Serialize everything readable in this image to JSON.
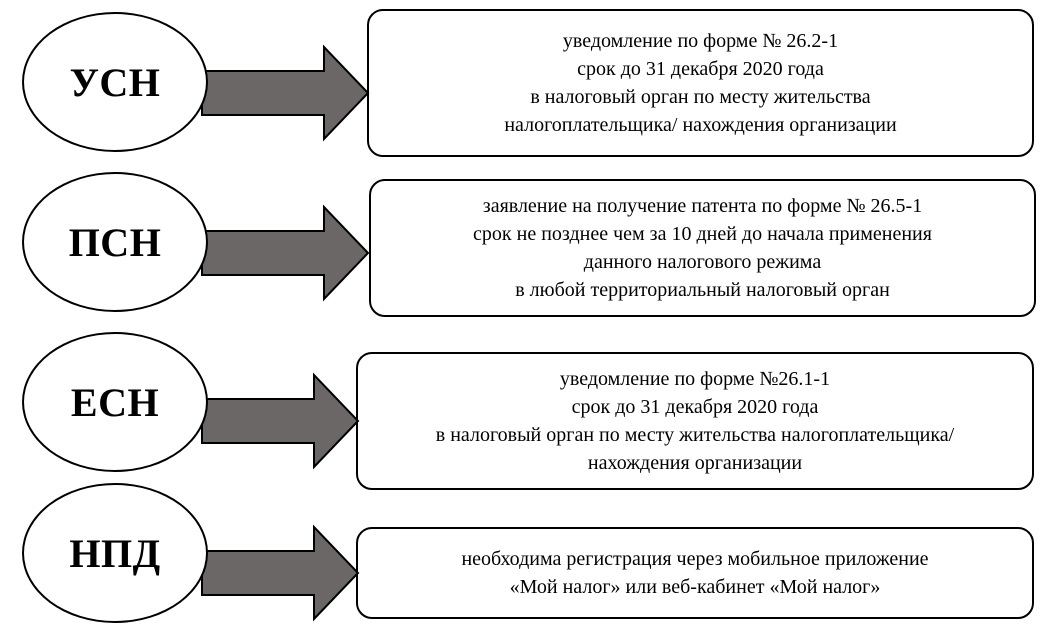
{
  "regimes": [
    {
      "label": "УСН",
      "lines": [
        "уведомление по форме № 26.2-1",
        "срок до 31 декабря 2020 года",
        "в налоговый орган по месту жительства",
        "налогоплательщика/ нахождения организации"
      ]
    },
    {
      "label": "ПСН",
      "lines": [
        "заявление на получение патента по форме № 26.5-1",
        "срок не позднее чем за 10 дней до начала применения",
        "данного налогового режима",
        "в любой территориальный налоговый орган"
      ]
    },
    {
      "label": "ЕСН",
      "lines": [
        "уведомление по форме №26.1-1",
        "срок до 31 декабря 2020 года",
        "в налоговый орган по месту жительства налогоплательщика/",
        "нахождения организации"
      ]
    },
    {
      "label": "НПД",
      "lines": [
        "необходима регистрация через мобильное приложение",
        "«Мой налог» или веб-кабинет «Мой налог»"
      ]
    }
  ],
  "colors": {
    "arrow_fill": "#6b6767",
    "stroke": "#000000"
  }
}
